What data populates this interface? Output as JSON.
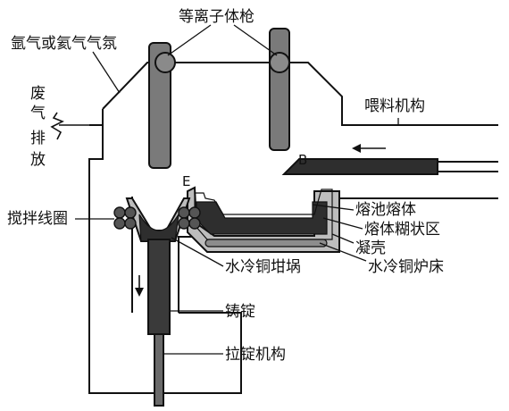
{
  "labels": {
    "plasma_gun": "等离子体枪",
    "ar_he_atmosphere": "氩气或氦气气氛",
    "exhaust_1": "废",
    "exhaust_2": "气",
    "exhaust_3": "排",
    "exhaust_4": "放",
    "feeder": "喂料机构",
    "mark_b": "B",
    "mark_e": "E",
    "stir_coil": "搅拌线圈",
    "melt_pool": "熔池熔体",
    "mushy_zone": "熔体糊状区",
    "skull": "凝壳",
    "cu_hearth": "水冷铜炉床",
    "cu_crucible": "水冷铜坩埚",
    "ingot": "铸锭",
    "withdrawal": "拉锭机构"
  },
  "colors": {
    "line": "#111111",
    "melt": "#2e2e2e",
    "mushy": "#8c8c8c",
    "gun": "#7a7a7a",
    "ingot": "#3a3a3a",
    "coil": "#555555"
  }
}
